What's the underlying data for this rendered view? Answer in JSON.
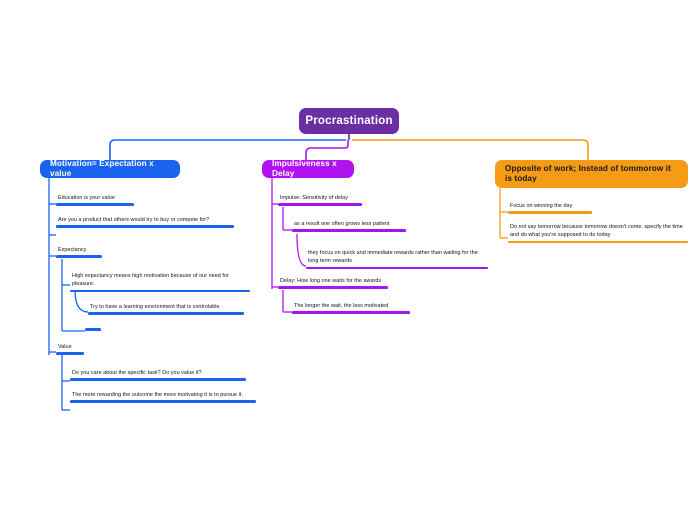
{
  "document": {
    "type": "mind-map",
    "background": "#ffffff"
  },
  "colors": {
    "root": "#6b2ea3",
    "branch_motivation": "#1a63ef",
    "branch_impulsiveness": "#b013f0",
    "branch_opposite": "#f59b16",
    "text_dark": "#101010",
    "text_light": "#ffffff"
  },
  "root": {
    "label": "Procrastination"
  },
  "branches": [
    {
      "id": "motivation",
      "label": "Motivation= Expectation x value",
      "color": "#1a63ef",
      "children": [
        {
          "label": "Education is your value"
        },
        {
          "label": "Are you a product that others would try to buy or compete for?"
        },
        {
          "label": "Expectancy",
          "children": [
            {
              "label": "High expectancy means high motivation because of our need for pleasure."
            },
            {
              "label": "Try to have a learning environment that is controlable"
            },
            {
              "label": ""
            }
          ]
        },
        {
          "label": "Value",
          "children": [
            {
              "label": "Do you care about the specific task? Do you value it?"
            },
            {
              "label": "The more rewarding the outcome the more motivating it is to pursue it."
            }
          ]
        }
      ]
    },
    {
      "id": "impulsiveness",
      "label": "Impulsiveness x Delay",
      "color": "#b013f0",
      "children": [
        {
          "label": "Impulse: Sensitivity of delay",
          "children": [
            {
              "label": "as a result one often grows less paitent",
              "children": [
                {
                  "label": "they focus on quick and immediate rewards rather than waiting for the long term rewards"
                }
              ]
            }
          ]
        },
        {
          "label": "Delay: How long one waits for the awards",
          "children": [
            {
              "label": "The longer the wait, the less motivated"
            }
          ]
        }
      ]
    },
    {
      "id": "opposite",
      "label": "Opposite of work; Instead of tommorow it is today",
      "color": "#f59b16",
      "children": [
        {
          "label": "Focus on winning the day"
        },
        {
          "label": "Do not say tomorrow because tomorrow doesn't come. specify the time and do what you're supposed to do today"
        }
      ]
    }
  ]
}
